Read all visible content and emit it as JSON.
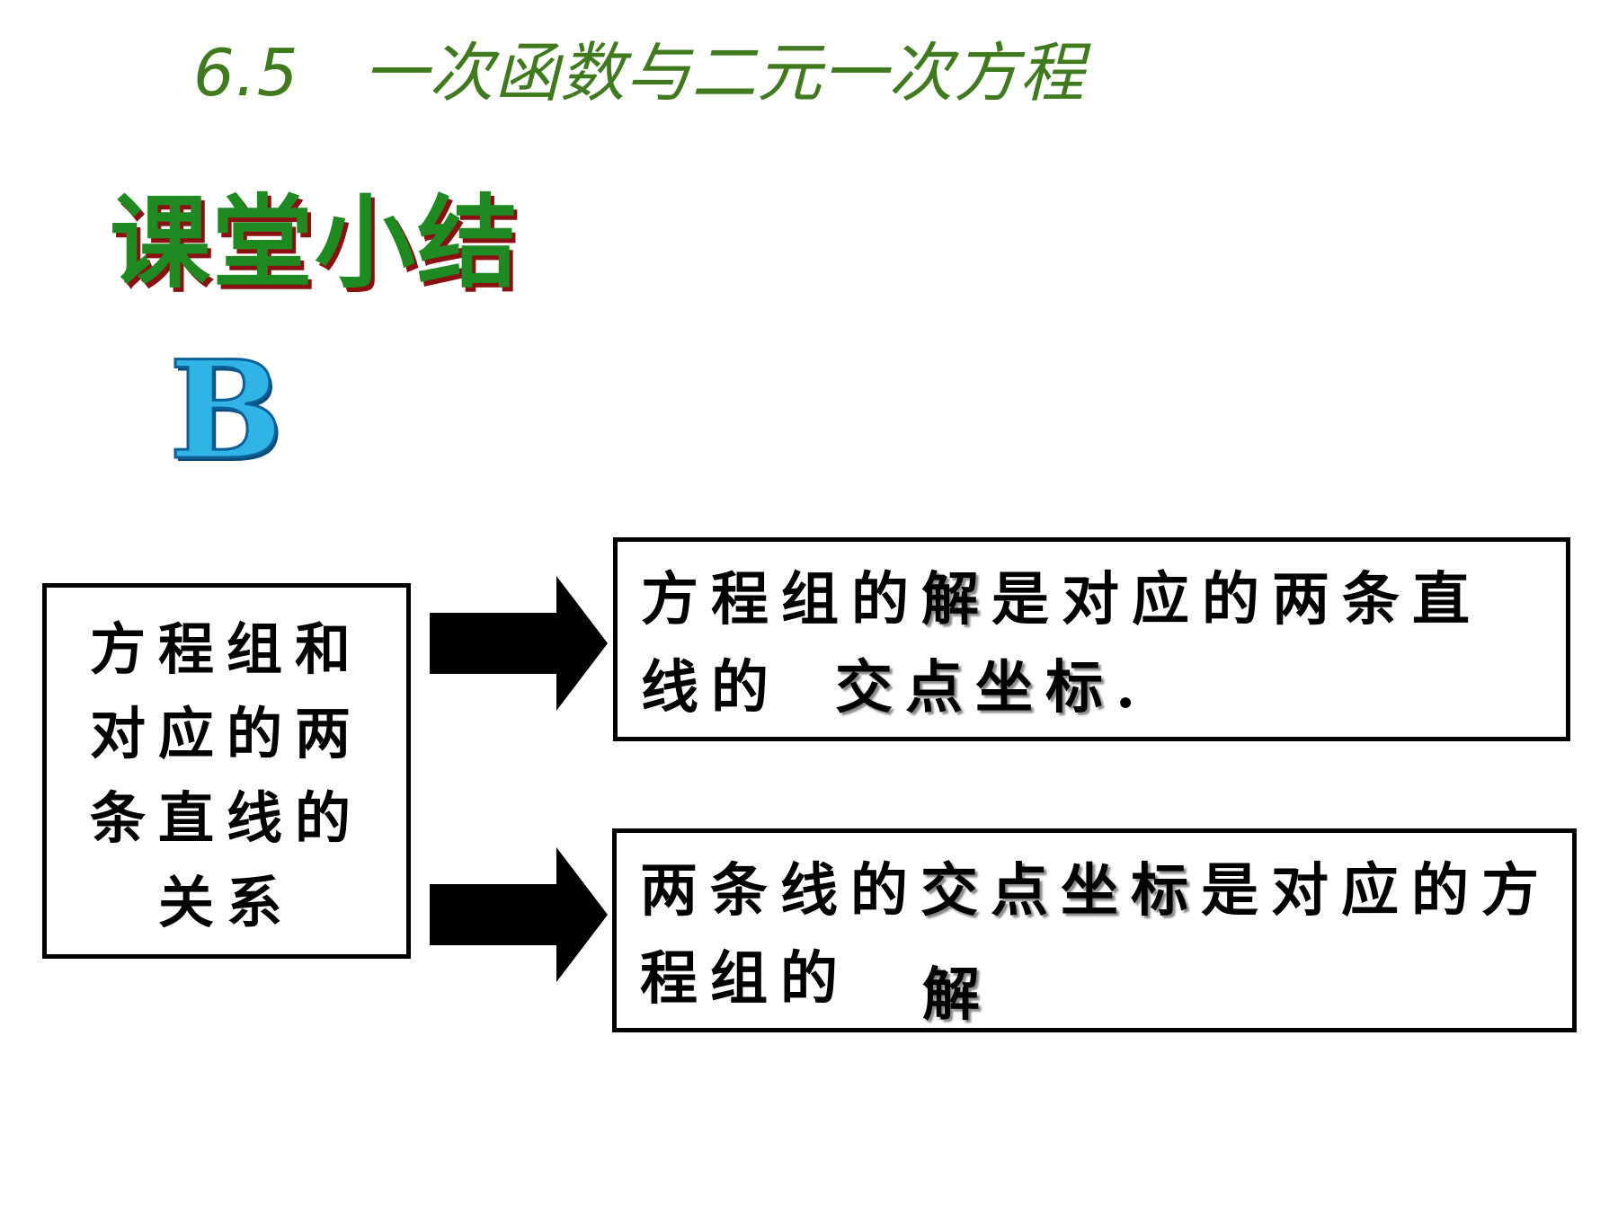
{
  "slide": {
    "header": "6.5   一次函数与二元一次方程",
    "section_title": "课堂小结",
    "badge_letter": "B"
  },
  "diagram": {
    "source_box": {
      "text": "方程组和对应的两条直线的关系"
    },
    "target_box_top": {
      "prefix": "方程组的",
      "answer": "解",
      "middle": "是对应的两条直线的",
      "answer2": "交点坐标",
      "suffix": "."
    },
    "target_box_bottom": {
      "prefix": "两条线的",
      "answer": "交点坐标",
      "middle": "是对应的方程组的",
      "answer2": "解"
    }
  },
  "colors": {
    "header": "#3f7a1e",
    "title": "#1f8a22",
    "title_shadow": "#8a1111",
    "badge_fill": "#30b4e6",
    "badge_outline": "#0d5f97",
    "box_border": "#000000",
    "arrow": "#000000"
  },
  "icons": {
    "arrow": "arrow-right-icon"
  }
}
